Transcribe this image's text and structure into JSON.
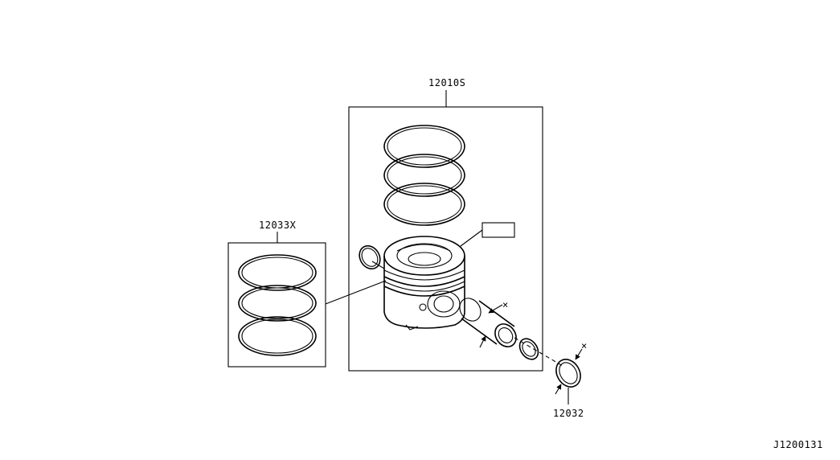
{
  "diagram": {
    "parts": {
      "piston_assembly": {
        "number": "12010S"
      },
      "ring_set": {
        "number": "12033X"
      },
      "snap_ring": {
        "number": "12032"
      }
    },
    "markers": {
      "pin_mark": "×",
      "snap_mark": "×"
    },
    "figure_code": "J1200131"
  }
}
